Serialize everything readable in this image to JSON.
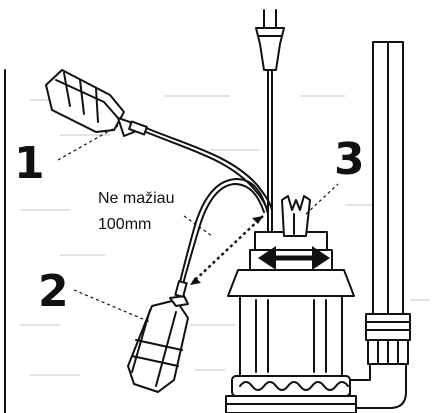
{
  "labels": {
    "float1": "1",
    "float2": "2",
    "handle": "3",
    "note_line1": "Ne mažiau",
    "note_line2": "100mm"
  },
  "icons": {
    "plug": "plug-icon",
    "double_arrow": "double-arrow-icon"
  }
}
